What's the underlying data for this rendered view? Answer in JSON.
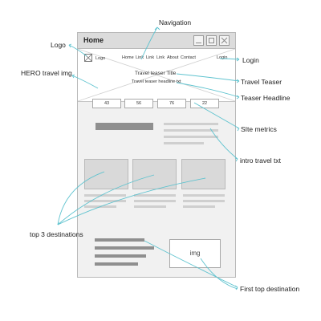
{
  "window": {
    "title": "Home"
  },
  "header": {
    "logo_text": "Logo",
    "nav_items": [
      "Home",
      "Link",
      "Link",
      "Link",
      "About",
      "Contact"
    ],
    "login_text": "Login"
  },
  "hero": {
    "teaser_title": "Travel teaser Title",
    "teaser_headline": "Travel teaser headline txt"
  },
  "site_metrics": [
    "43",
    "56",
    "76",
    "22"
  ],
  "first_destination": {
    "image_label": "img"
  },
  "annotations": {
    "navigation": "Navigation",
    "logo": "Logo",
    "hero_img": "HERO travel img",
    "login": "Login",
    "travel_teaser": "Travel Teaser",
    "teaser_headline": "Teaser Headline",
    "site_metrics": "SIte metrics",
    "intro_txt": "intro travel txt",
    "top3": "top  3 destinations",
    "first_top": "First top destination"
  },
  "colors": {
    "leader_line": "#5fc3cf",
    "frame": "#b9b9b9",
    "placeholder_dark": "#8f8f8f",
    "placeholder_light": "#cfcfcf"
  }
}
